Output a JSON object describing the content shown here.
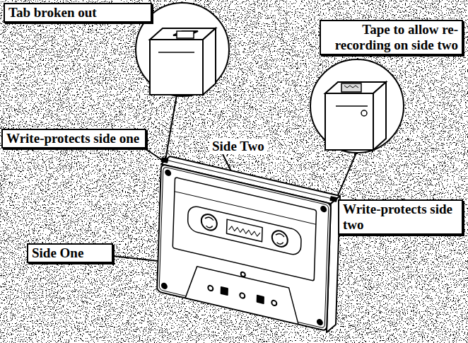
{
  "diagram": {
    "nodes": [
      {
        "text": [
          "Tab broken out"
        ]
      },
      {
        "text": [
          "Tape to allow re-recording on side two"
        ]
      },
      {
        "text": [
          "Write-protects side one"
        ]
      },
      {
        "text": [
          "Write-protects side two"
        ]
      },
      {
        "text": [
          "Side One"
        ]
      }
    ],
    "labels": [
      "Side Two"
    ]
  }
}
